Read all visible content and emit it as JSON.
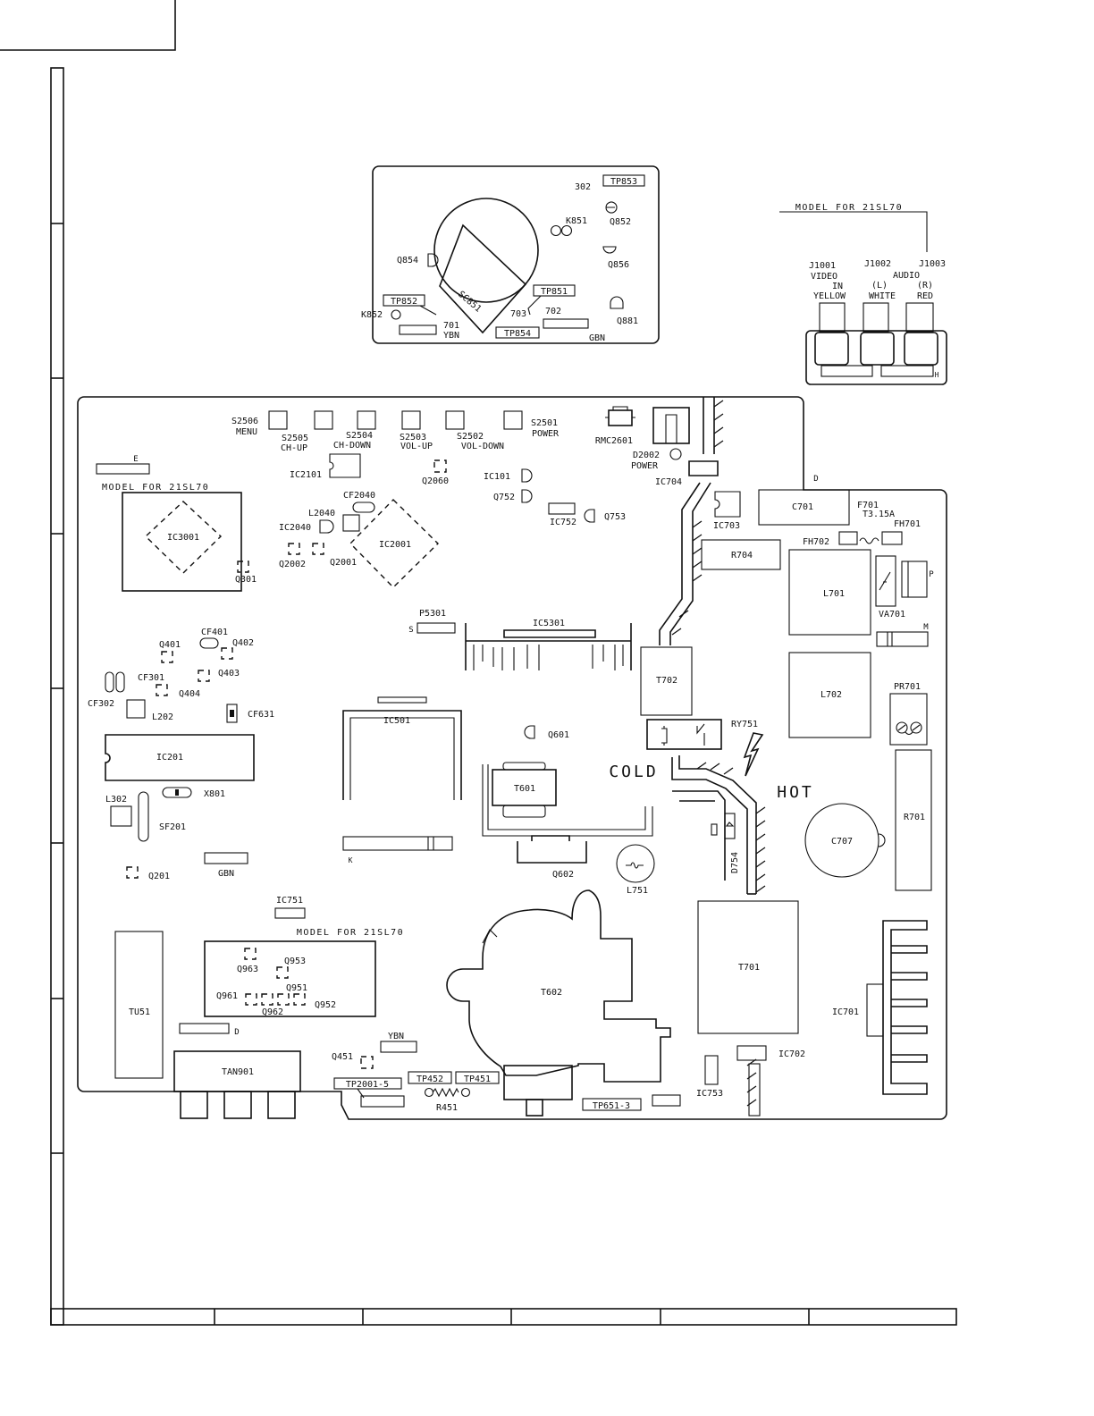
{
  "labels": {
    "model_top": "MODEL FOR 21SL70",
    "model_left": "MODEL FOR 21SL70",
    "model_bottom": "MODEL FOR 21SL70",
    "tp853": "TP853",
    "n302": "302",
    "k851": "K851",
    "q852": "Q852",
    "q854": "Q854",
    "q856": "Q856",
    "sc851": "SC851",
    "tp851": "TP851",
    "tp852": "TP852",
    "k852": "K852",
    "n701": "701",
    "ybn_top": "YBN",
    "n703": "703",
    "n702": "702",
    "q881": "Q881",
    "tp854": "TP854",
    "gbn_top": "GBN",
    "j1001": "J1001",
    "j1002": "J1002",
    "j1003": "J1003",
    "video": "VIDEO",
    "audio": "AUDIO",
    "in": "IN",
    "l": "(L)",
    "r": "(R)",
    "yellow": "YELLOW",
    "white": "WHITE",
    "red": "RED",
    "h": "H",
    "s2506": "S2506",
    "menu": "MENU",
    "s2505": "S2505",
    "chup": "CH-UP",
    "s2504": "S2504",
    "chdown": "CH-DOWN",
    "s2503": "S2503",
    "volup": "VOL-UP",
    "s2502": "S2502",
    "voldown": "VOL-DOWN",
    "s2501": "S2501",
    "power": "POWER",
    "rmc2601": "RMC2601",
    "d2002": "D2002",
    "power2": "POWER",
    "e": "E",
    "ic2101": "IC2101",
    "q2060": "Q2060",
    "ic101": "IC101",
    "ic704": "IC704",
    "d": "D",
    "q752": "Q752",
    "ic752": "IC752",
    "q753": "Q753",
    "ic703": "IC703",
    "c701": "C701",
    "f701": "F701",
    "t315a": "T3.15A",
    "fh701": "FH701",
    "fh702": "FH702",
    "r704": "R704",
    "ic3001": "IC3001",
    "q301": "Q301",
    "cf2040": "CF2040",
    "l2040": "L2040",
    "ic2040": "IC2040",
    "ic2001": "IC2001",
    "q2002": "Q2002",
    "q2001": "Q2001",
    "l701": "L701",
    "p": "P",
    "va701": "VA701",
    "m": "M",
    "p5301": "P5301",
    "s": "S",
    "ic5301": "IC5301",
    "cf401": "CF401",
    "q401": "Q401",
    "q402": "Q402",
    "q403": "Q403",
    "cf301": "CF301",
    "q404": "Q404",
    "cf302": "CF302",
    "l202": "L202",
    "cf631": "CF631",
    "ic501": "IC501",
    "t702": "T702",
    "l702": "L702",
    "pr701": "PR701",
    "ry751": "RY751",
    "q601": "Q601",
    "ic201": "IC201",
    "cold": "COLD",
    "hot": "HOT",
    "t601": "T601",
    "x801": "X801",
    "l302": "L302",
    "sf201": "SF201",
    "r701": "R701",
    "c707": "C707",
    "k": "K",
    "d754": "D754",
    "q201": "Q201",
    "gbn": "GBN",
    "q602": "Q602",
    "l751": "L751",
    "ic751": "IC751",
    "q963": "Q963",
    "q953": "Q953",
    "q951": "Q951",
    "q961": "Q961",
    "q962": "Q962",
    "q952": "Q952",
    "tu51": "TU51",
    "t602": "T602",
    "t701": "T701",
    "ic701": "IC701",
    "d_bottom": "D",
    "ybn": "YBN",
    "q451": "Q451",
    "tan901": "TAN901",
    "ic702": "IC702",
    "ic753": "IC753",
    "tp20015": "TP2001-5",
    "tp452": "TP452",
    "tp451": "TP451",
    "r451": "R451",
    "tp6513": "TP651-3"
  }
}
